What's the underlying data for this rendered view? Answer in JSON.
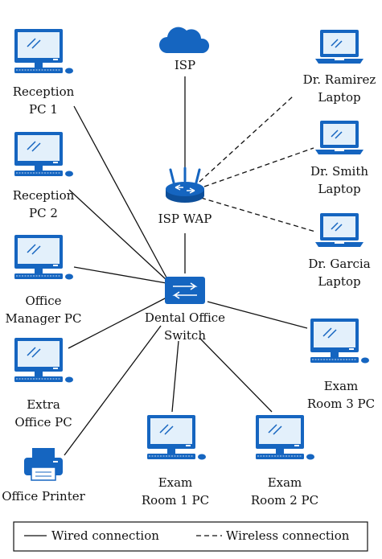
{
  "colors": {
    "device": "#1565c0",
    "device_light": "#e3f0fb",
    "line": "#111111"
  },
  "nodes": {
    "isp": {
      "label": [
        "ISP"
      ],
      "icon": "cloud-icon"
    },
    "isp_wap": {
      "label": [
        "ISP WAP"
      ],
      "icon": "wireless-router-icon"
    },
    "switch": {
      "label": [
        "Dental Office",
        "Switch"
      ],
      "icon": "network-switch-icon"
    },
    "reception_pc1": {
      "label": [
        "Reception",
        "PC 1"
      ],
      "icon": "desktop-pc-icon"
    },
    "reception_pc2": {
      "label": [
        "Reception",
        "PC 2"
      ],
      "icon": "desktop-pc-icon"
    },
    "office_manager_pc": {
      "label": [
        "Office",
        "Manager PC"
      ],
      "icon": "desktop-pc-icon"
    },
    "extra_office_pc": {
      "label": [
        "Extra",
        "Office PC"
      ],
      "icon": "desktop-pc-icon"
    },
    "office_printer": {
      "label": [
        "Office Printer"
      ],
      "icon": "printer-icon"
    },
    "exam_room1_pc": {
      "label": [
        "Exam",
        "Room 1  PC"
      ],
      "icon": "desktop-pc-icon"
    },
    "exam_room2_pc": {
      "label": [
        "Exam",
        "Room 2 PC"
      ],
      "icon": "desktop-pc-icon"
    },
    "exam_room3_pc": {
      "label": [
        "Exam",
        "Room 3 PC"
      ],
      "icon": "desktop-pc-icon"
    },
    "dr_ramirez_laptop": {
      "label": [
        "Dr. Ramirez",
        "Laptop"
      ],
      "icon": "laptop-icon"
    },
    "dr_smith_laptop": {
      "label": [
        "Dr. Smith",
        "Laptop"
      ],
      "icon": "laptop-icon"
    },
    "dr_garcia_laptop": {
      "label": [
        "Dr. Garcia",
        "Laptop"
      ],
      "icon": "laptop-icon"
    }
  },
  "connections": [
    {
      "from": "isp",
      "to": "isp_wap",
      "type": "wired"
    },
    {
      "from": "isp_wap",
      "to": "switch",
      "type": "wired"
    },
    {
      "from": "reception_pc1",
      "to": "switch",
      "type": "wired"
    },
    {
      "from": "reception_pc2",
      "to": "switch",
      "type": "wired"
    },
    {
      "from": "office_manager_pc",
      "to": "switch",
      "type": "wired"
    },
    {
      "from": "extra_office_pc",
      "to": "switch",
      "type": "wired"
    },
    {
      "from": "office_printer",
      "to": "switch",
      "type": "wired"
    },
    {
      "from": "exam_room1_pc",
      "to": "switch",
      "type": "wired"
    },
    {
      "from": "exam_room2_pc",
      "to": "switch",
      "type": "wired"
    },
    {
      "from": "exam_room3_pc",
      "to": "switch",
      "type": "wired"
    },
    {
      "from": "isp_wap",
      "to": "dr_ramirez_laptop",
      "type": "wireless"
    },
    {
      "from": "isp_wap",
      "to": "dr_smith_laptop",
      "type": "wireless"
    },
    {
      "from": "isp_wap",
      "to": "dr_garcia_laptop",
      "type": "wireless"
    }
  ],
  "legend": {
    "wired": "Wired connection",
    "wireless": "Wireless connection"
  }
}
